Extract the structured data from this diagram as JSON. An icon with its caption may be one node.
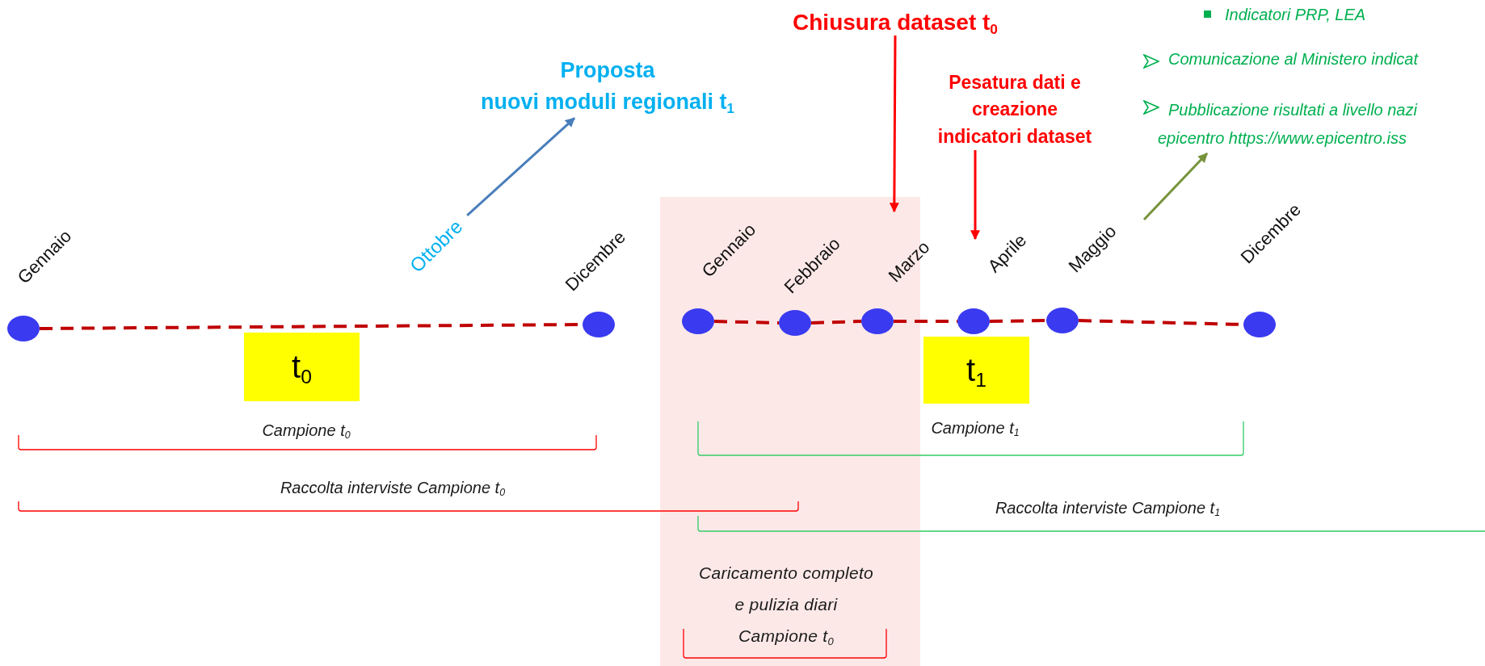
{
  "diagram": {
    "nodes": [
      {
        "text": [
          "Chiusura dataset t$_{0}$"
        ]
      },
      {
        "text": [
          "Proposta",
          "nuovi moduli regionali t$_{1}$"
        ]
      },
      {
        "text": [
          "Indicatori PRP, LEA",
          "Comunicazione al Ministero indicat",
          "Pubblicazione risultati a livello nazi epicentro https://www.epicentro.iss"
        ]
      },
      {
        "text": [
          "Pesatura dati e creazione indicatori dataset"
        ]
      },
      {
        "text": [
          "Ottobre"
        ]
      },
      {
        "text": [
          "Caricamento completo e pulizia diari Campione t$_{0}$"
        ]
      },
      {
        "text": [],
        "shape": "circle",
        "beside": [
          "Gennaio"
        ]
      },
      {
        "text": [],
        "shape": "circle",
        "beside": [
          "Dicembre"
        ]
      },
      {
        "text": [],
        "shape": "circle",
        "beside": [
          "Gennaio"
        ],
        "in": 5
      },
      {
        "text": [],
        "shape": "circle",
        "beside": [
          "Febbraio"
        ],
        "in": 5
      },
      {
        "text": [],
        "shape": "circle",
        "beside": [
          "Marzo"
        ],
        "in": 5
      },
      {
        "text": [],
        "shape": "circle",
        "beside": [
          "Aprile"
        ]
      },
      {
        "text": [],
        "shape": "circle",
        "beside": [
          "Maggio"
        ]
      },
      {
        "text": [],
        "shape": "circle",
        "beside": [
          "Dicembre"
        ]
      },
      {
        "text": [
          "t$_{0}$"
        ]
      },
      {
        "text": [
          "t$_{1}$"
        ]
      }
    ],
    "edges": [
      {
        "from": 6,
        "to": 7,
        "arrow": "none",
        "style": "dashed"
      },
      {
        "from": 8,
        "to": 9,
        "arrow": "none",
        "style": "dashed"
      },
      {
        "from": 9,
        "to": 10,
        "arrow": "none",
        "style": "dashed"
      },
      {
        "from": 10,
        "to": 11,
        "arrow": "none",
        "style": "dashed"
      },
      {
        "from": 11,
        "to": 12,
        "arrow": "none",
        "style": "dashed"
      },
      {
        "from": 12,
        "to": 13,
        "arrow": "none",
        "style": "dashed"
      },
      {
        "from": 0,
        "to": 5,
        "arrow": "to",
        "color": "#ff0000"
      },
      {
        "from": 3,
        "to": 11,
        "arrow": "to",
        "color": "#ff0000"
      },
      {
        "from": 4,
        "to": 1,
        "arrow": "to",
        "color": "#4a7ebb"
      },
      {
        "from": null,
        "to": 2,
        "arrow": "to",
        "color": "#77933c"
      }
    ],
    "labels": [
      "Campione t$_{0}$",
      "Campione t$_{1}$",
      "Raccolta interviste Campione t$_{0}$",
      "Raccolta interviste Campione t$_{1}$"
    ]
  }
}
